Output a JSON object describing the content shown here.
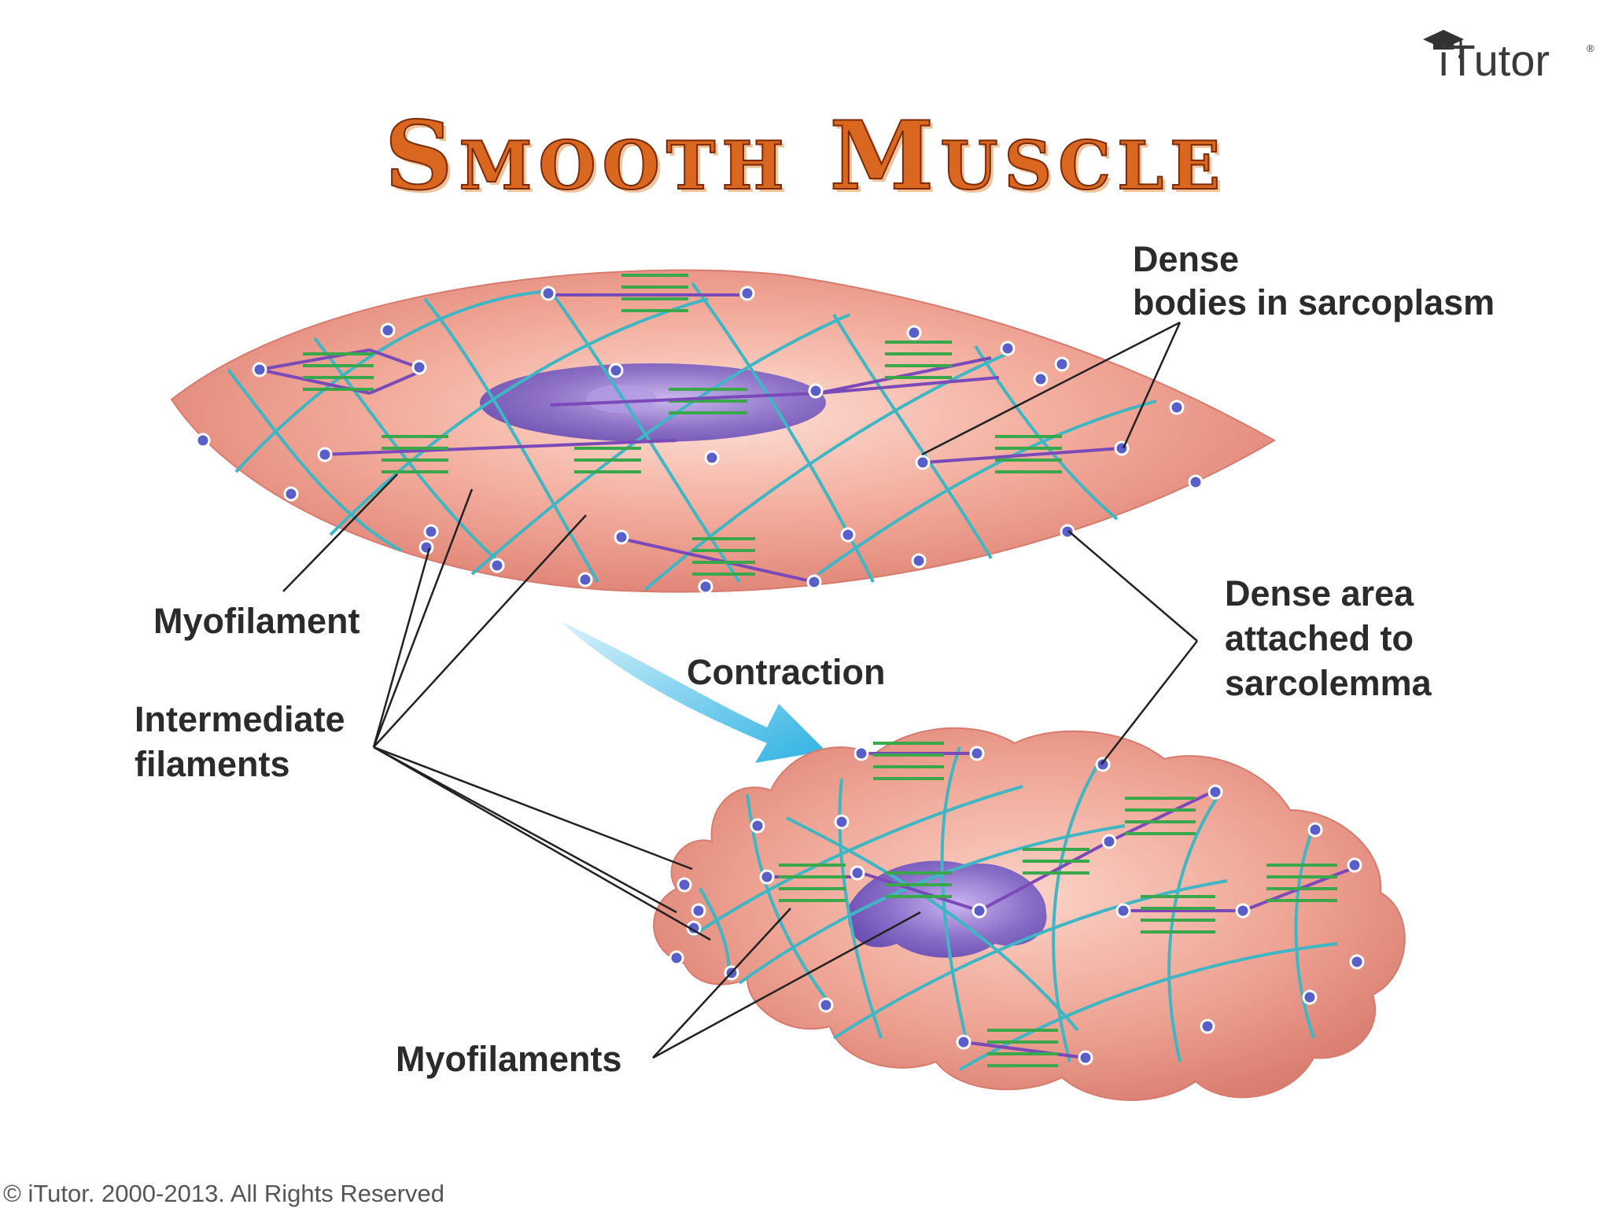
{
  "title": "Smooth Muscle",
  "logo": {
    "name": "iTutor"
  },
  "labels": {
    "dense_bodies_1": "Dense",
    "dense_bodies_2": "bodies in sarcoplasm",
    "myofilament": "Myofilament",
    "contraction": "Contraction",
    "dense_area_1": "Dense area",
    "dense_area_2": "attached to",
    "dense_area_3": "sarcolemma",
    "intermediate_1": "Intermediate",
    "intermediate_2": "filaments",
    "myofilaments": "Myofilaments"
  },
  "footer": "© iTutor. 2000-2013. All Rights Reserved",
  "colors": {
    "title_fill": "#d9671f",
    "title_outline": "#7a2a08",
    "cell": "#eea393",
    "nucleus": "#8a6fc9",
    "intermediate_filament": "#3eb6c4",
    "myofilament_thick": "#7c4ab8",
    "myofilament_thin": "#3aa84a",
    "dense_body": "#5a5ec9",
    "arrow": "#47bde6"
  }
}
